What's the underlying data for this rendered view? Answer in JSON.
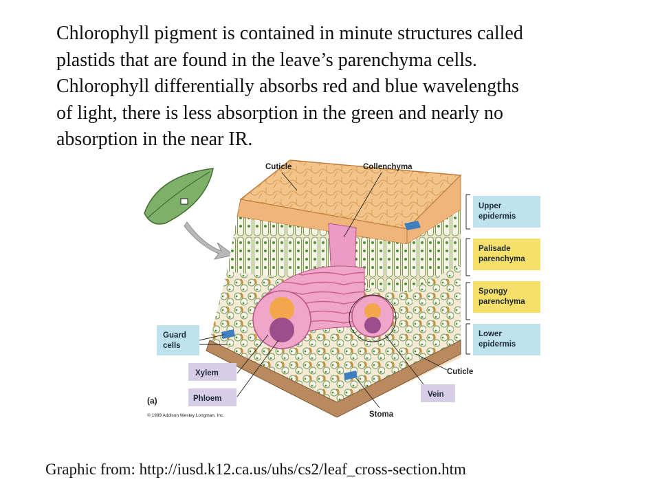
{
  "slide": {
    "body_lines": [
      "Chlorophyll pigment is contained in minute structures called",
      "plastids that are found in the leave’s parenchyma cells.",
      "Chlorophyll differentially absorbs red and blue wavelengths",
      "of light, there is less absorption in the green and nearly no",
      "absorption in the near IR."
    ],
    "source_caption": "Graphic from: http://iusd.k12.ca.us/uhs/cs2/leaf_cross-section.htm"
  },
  "figure": {
    "panel_letter": "(a)",
    "copyright": "© 1999 Addison Wesley Longman, Inc.",
    "labels": {
      "cuticle_top": "Cuticle",
      "collenchyma": "Collenchyma",
      "cuticle_bottom": "Cuticle",
      "stoma": "Stoma"
    },
    "right_boxes": [
      {
        "line1": "Upper",
        "line2": "epidermis",
        "color": "#bfe3ee"
      },
      {
        "line1": "Palisade",
        "line2": "parenchyma",
        "color": "#f6e06a"
      },
      {
        "line1": "Spongy",
        "line2": "parenchyma",
        "color": "#f6e06a"
      },
      {
        "line1": "Lower",
        "line2": "epidermis",
        "color": "#bfe3ee"
      }
    ],
    "left_boxes": {
      "guard_line1": "Guard",
      "guard_line2": "cells",
      "xylem": "Xylem",
      "phloem": "Phloem",
      "vein": "Vein"
    },
    "colors": {
      "blue_box": "#bfe3ee",
      "yellow_box": "#f6e06a",
      "purple_box": "#d8cde6",
      "cuticle": "#f3c48a",
      "cell_green": "#4f8f3a",
      "vein_pink": "#e98bb5",
      "leaf": "#7fb06a"
    }
  }
}
